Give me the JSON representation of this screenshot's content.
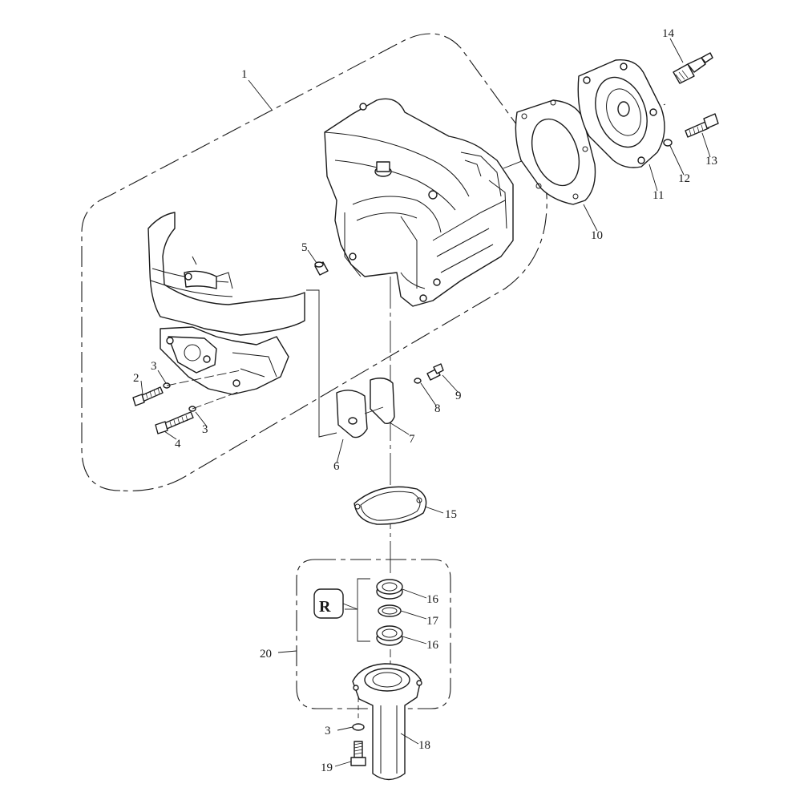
{
  "diagram": {
    "callouts": [
      "1",
      "2",
      "3",
      "3",
      "3",
      "4",
      "5",
      "6",
      "7",
      "8",
      "9",
      "10",
      "11",
      "12",
      "13",
      "14",
      "15",
      "16",
      "16",
      "17",
      "18",
      "19",
      "20"
    ],
    "inset_label": "R"
  }
}
